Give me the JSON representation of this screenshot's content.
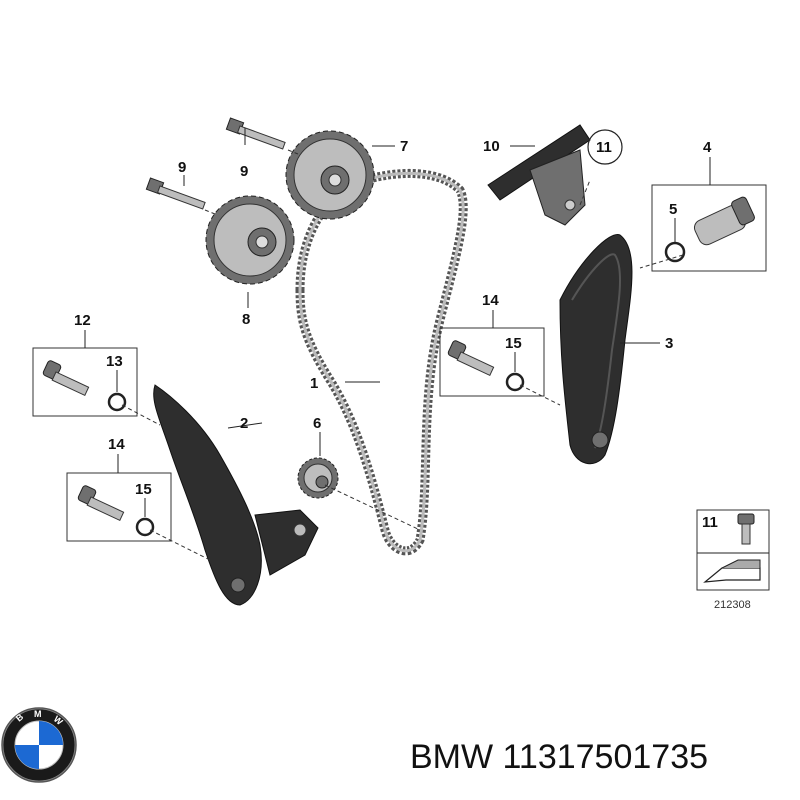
{
  "diagram": {
    "callouts": {
      "c1": "1",
      "c2": "2",
      "c3": "3",
      "c4": "4",
      "c5": "5",
      "c6": "6",
      "c7": "7",
      "c8": "8",
      "c9a": "9",
      "c9b": "9",
      "c10": "10",
      "c11": "11",
      "c12": "12",
      "c13": "13",
      "c14a": "14",
      "c15a": "15",
      "c14b": "14",
      "c15b": "15",
      "c11b": "11"
    },
    "reference_number": "212308"
  },
  "footer": {
    "brand": "BMW",
    "part_number": "11317501735",
    "label": "BMW 11317501735"
  },
  "colors": {
    "part_dark": "#2e2e2e",
    "part_mid": "#6f6f6f",
    "background": "#ffffff"
  }
}
